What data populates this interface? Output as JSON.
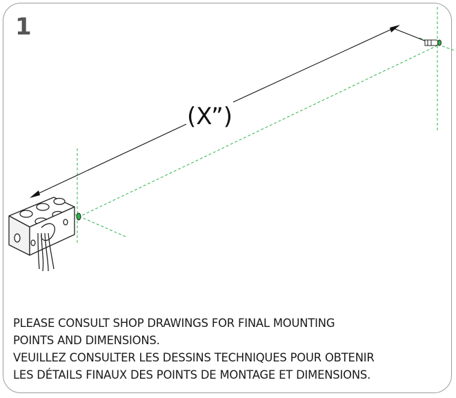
{
  "step_number": "1",
  "dimension_label": "(X”)",
  "notes": {
    "en_line1": "PLEASE CONSULT SHOP DRAWINGS FOR FINAL MOUNTING",
    "en_line2": "POINTS AND DIMENSIONS.",
    "fr_line1": "VEUILLEZ CONSULTER LES DESSINS TECHNIQUES POUR OBTENIR",
    "fr_line2": "LES DÉTAILS FINAUX DES POINTS DE MONTAGE ET DIMENSIONS."
  },
  "colors": {
    "guide_line": "#2db34a",
    "panel_border": "#9a9a9a",
    "step_number": "#555555"
  }
}
